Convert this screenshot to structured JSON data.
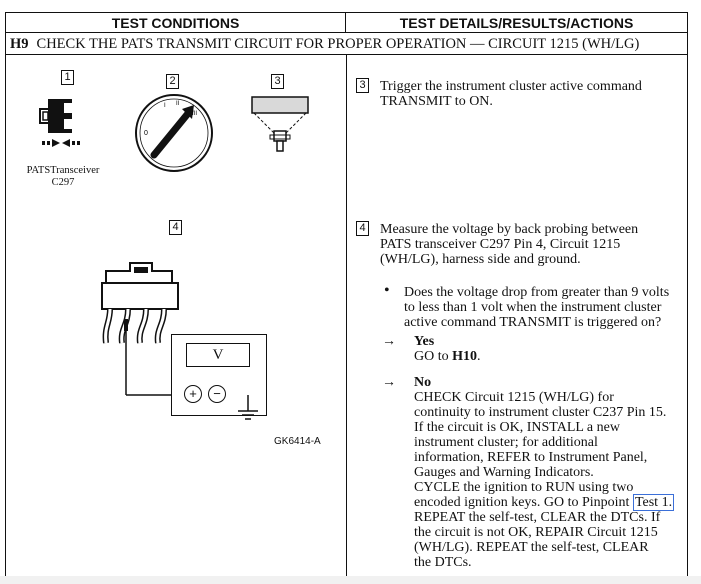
{
  "header": {
    "left": "TEST CONDITIONS",
    "right": "TEST DETAILS/RESULTS/ACTIONS"
  },
  "step_row": {
    "id": "H9",
    "title": "CHECK THE PATS TRANSMIT CIRCUIT FOR PROPER OPERATION — CIRCUIT 1215 (WH/LG)"
  },
  "figures": {
    "callout_1": "1",
    "callout_2": "2",
    "callout_3": "3",
    "callout_4": "4",
    "transceiver_caption_line1": "PATSTransceiver",
    "transceiver_caption_line2": "C297",
    "meter_label": "V",
    "meter_plus": "+",
    "meter_minus": "−",
    "figure_code": "GK6414-A"
  },
  "details": {
    "step3_num": "3",
    "step3_line1": "Trigger the instrument cluster active command",
    "step3_line2": "TRANSMIT to ON.",
    "step4_num": "4",
    "step4_line1": "Measure the voltage by back probing between",
    "step4_line2": "PATS transceiver C297 Pin 4, Circuit 1215",
    "step4_line3": "(WH/LG), harness side and ground.",
    "question_line1": "Does the voltage drop from greater than 9 volts",
    "question_line2": "to less than 1 volt when the instrument cluster",
    "question_line3": "active command TRANSMIT is triggered on?",
    "yes_label": "Yes",
    "yes_action_prefix": "GO to ",
    "yes_action_target": "H10",
    "yes_action_suffix": ".",
    "no_label": "No",
    "no_lines": [
      "CHECK Circuit 1215 (WH/LG) for",
      "continuity to instrument cluster C237 Pin 15.",
      "If the circuit is OK, INSTALL a new",
      "instrument cluster; for additional",
      "information, REFER to Instrument Panel,",
      "Gauges and Warning Indicators.",
      "CYCLE the ignition to RUN using two"
    ],
    "no_line_link_prefix": "encoded ignition keys. GO to Pinpoint ",
    "no_line_link": "Test 1.",
    "no_lines_after": [
      "REPEAT the self-test, CLEAR the DTCs. If",
      "the circuit is not OK, REPAIR Circuit 1215",
      "(WH/LG). REPEAT the self-test, CLEAR",
      "the DTCs."
    ]
  }
}
